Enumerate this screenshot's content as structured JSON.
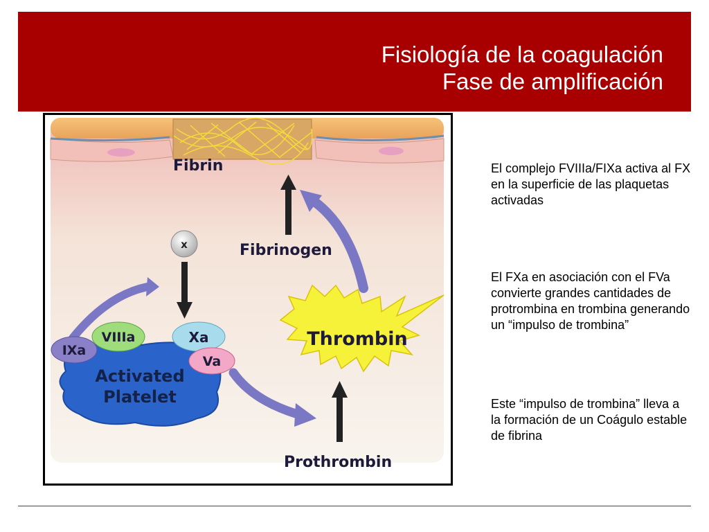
{
  "header": {
    "title_line1": "Fisiología de la coagulación",
    "title_line2": "Fase de amplificación",
    "color": "#a80000"
  },
  "diagram": {
    "labels": {
      "fibrin": "Fibrin",
      "fibrinogen": "Fibrinogen",
      "x": "x",
      "xa": "Xa",
      "va": "Va",
      "viiia": "VIIIa",
      "ixa": "IXa",
      "activated": "Activated",
      "platelet": "Platelet",
      "thrombin": "Thrombin",
      "prothrombin": "Prothrombin"
    },
    "colors": {
      "platelet": "#2a63c9",
      "thrombin": "#f6f23a",
      "arrow_purple": "#7a78c4",
      "ixa": "#8a80c8",
      "viiia": "#9fdc7c",
      "xa": "#a8dced",
      "va": "#f4a8c8"
    }
  },
  "notes": [
    "El complejo FVIIIa/FIXa activa al FX en la superficie de las plaquetas activadas",
    "El FXa en asociación con el FVa convierte grandes cantidades de protrombina en trombina generando un “impulso de trombina”",
    "Este “impulso de trombina” lleva a la formación de un Coágulo estable de fibrina"
  ]
}
